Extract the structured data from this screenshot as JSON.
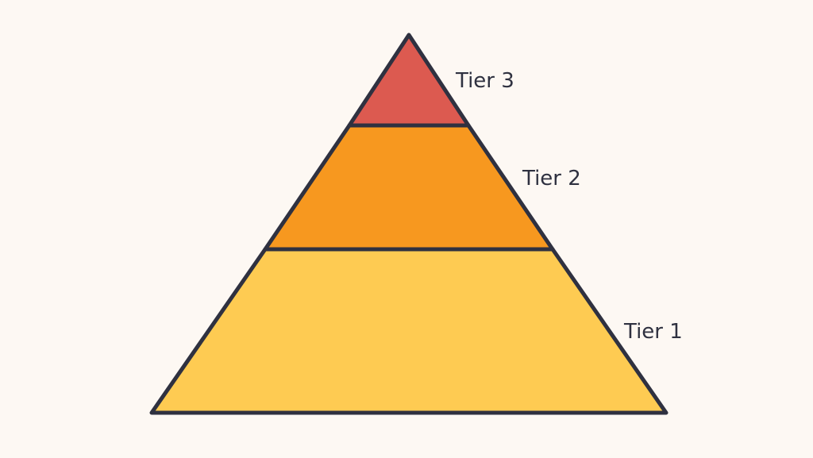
{
  "diagram": {
    "type": "pyramid",
    "background": "#fdf8f3",
    "outline_color": "#2f3140",
    "tiers": [
      {
        "label": "Tier 3",
        "position": "top",
        "color": "#dc5a50"
      },
      {
        "label": "Tier 2",
        "position": "middle",
        "color": "#f7981f"
      },
      {
        "label": "Tier 1",
        "position": "bottom",
        "color": "#fecb52"
      }
    ]
  }
}
